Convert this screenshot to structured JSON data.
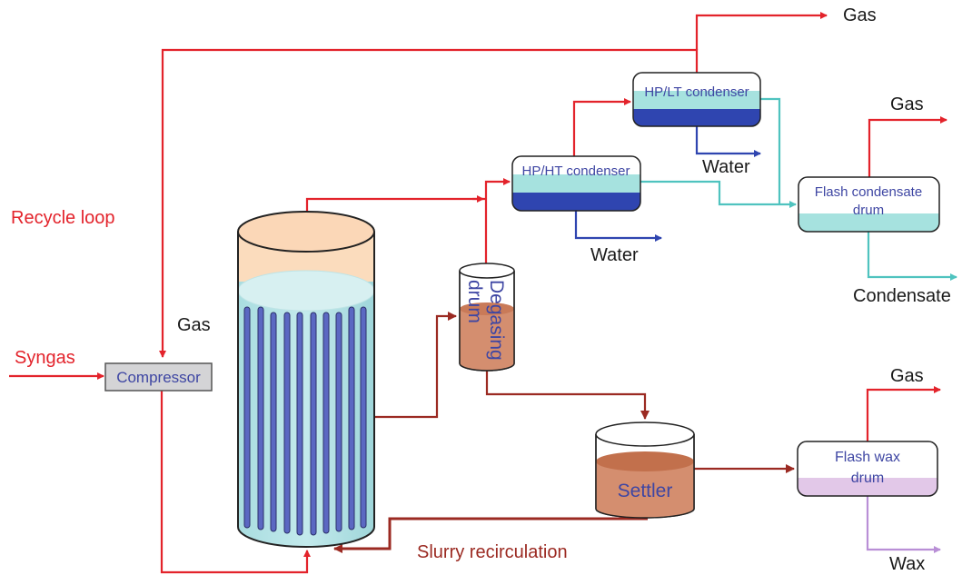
{
  "colors": {
    "gas_stream": "#e3232b",
    "slurry_stream": "#9b2a22",
    "water_stream": "#2f45b0",
    "condensate_stream": "#4fc3bf",
    "wax_stream": "#b98fd6",
    "unit_text": "#3e46a3"
  },
  "labels": {
    "recycle_loop": "Recycle loop",
    "syngas": "Syngas",
    "gas_reactor": "Gas",
    "gas_top": "Gas",
    "gas_flash_condensate": "Gas",
    "gas_flash_wax": "Gas",
    "water_ht": "Water",
    "water_lt": "Water",
    "condensate": "Condensate",
    "wax": "Wax",
    "slurry_recirculation": "Slurry recirculation"
  },
  "units": {
    "compressor": "Compressor",
    "hp_ht_condenser": "HP/HT condenser",
    "hp_lt_condenser": "HP/LT condenser",
    "flash_condensate_drum": [
      "Flash condensate",
      "drum"
    ],
    "degasing_drum": [
      "Degasing",
      "drum"
    ],
    "settler": "Settler",
    "flash_wax_drum": [
      "Flash wax",
      "drum"
    ]
  }
}
